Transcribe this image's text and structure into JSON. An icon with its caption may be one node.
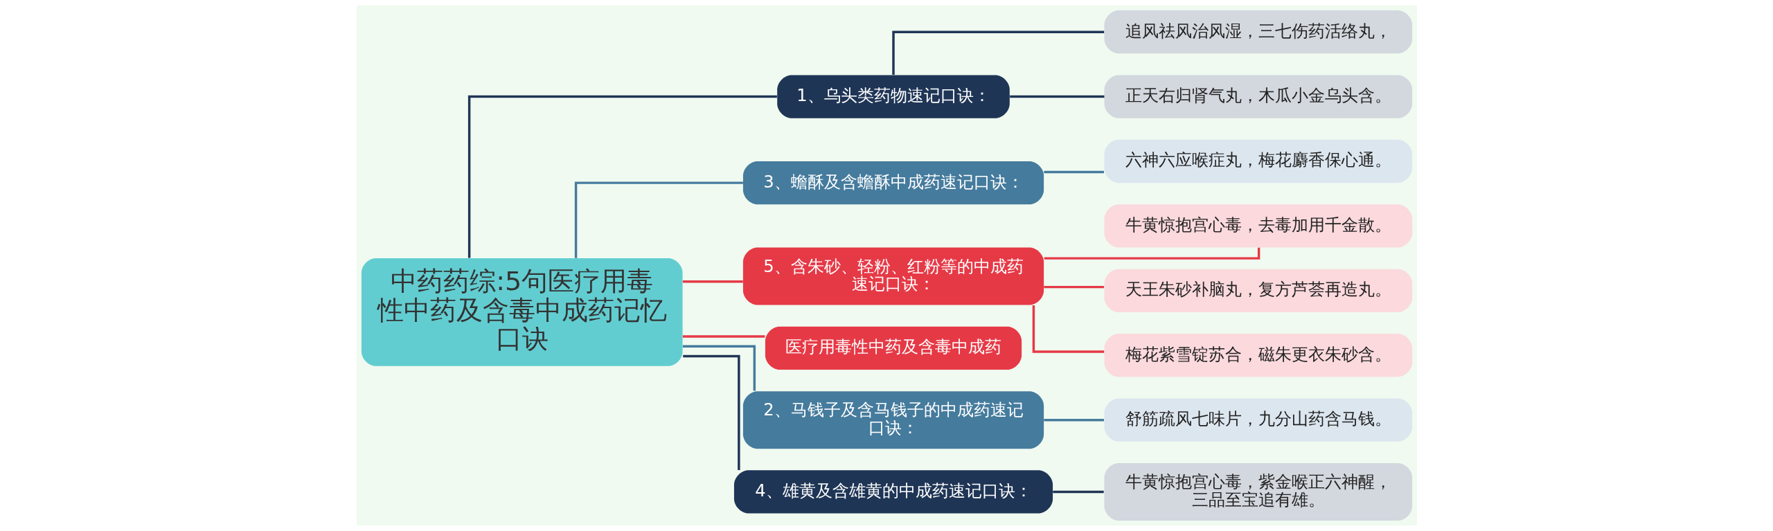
{
  "diagram": {
    "nodes": [
      {
        "text": [
          "中药药综:5句医疗用毒性中药及含毒中成药记忆口诀"
        ]
      },
      {
        "text": [
          "1、乌头类药物速记口诀："
        ]
      },
      {
        "text": [
          "追风祛风治风湿，三七伤药活络丸，"
        ]
      },
      {
        "text": [
          "正天右归肾气丸，木瓜小金乌头含。"
        ]
      },
      {
        "text": [
          "3、蟾酥及含蟾酥中成药速记口诀："
        ]
      },
      {
        "text": [
          "六神六应喉症丸，梅花麝香保心通。"
        ]
      },
      {
        "text": [
          "5、含朱砂、轻粉、红粉等的中成药速记口诀："
        ]
      },
      {
        "text": [
          "牛黄惊抱宫心毒，去毒加用千金散。"
        ]
      },
      {
        "text": [
          "天王朱砂补脑丸，复方芦荟再造丸。"
        ]
      },
      {
        "text": [
          "梅花紫雪锭苏合，磁朱更衣朱砂含。"
        ]
      },
      {
        "text": [
          "医疗用毒性中药及含毒中成药"
        ]
      },
      {
        "text": [
          "2、马钱子及含马钱子的中成药速记口诀："
        ]
      },
      {
        "text": [
          "舒筋疏风七味片，九分山药含马钱。"
        ]
      },
      {
        "text": [
          "4、雄黄及含雄黄的中成药速记口诀："
        ]
      },
      {
        "text": [
          "牛黄惊抱宫心毒，紫金喉正六神醒，三品至宝追有雄。"
        ]
      }
    ],
    "edges": [
      {
        "from": 0,
        "to": 1,
        "arrow": "none",
        "color": "#1f3556"
      },
      {
        "from": 1,
        "to": 2,
        "arrow": "none",
        "color": "#1f3556"
      },
      {
        "from": 1,
        "to": 3,
        "arrow": "none",
        "color": "#1f3556"
      },
      {
        "from": 0,
        "to": 4,
        "arrow": "none",
        "color": "#457b9d"
      },
      {
        "from": 4,
        "to": 5,
        "arrow": "none",
        "color": "#457b9d"
      },
      {
        "from": 0,
        "to": 6,
        "arrow": "none",
        "color": "#e63946"
      },
      {
        "from": 6,
        "to": 7,
        "arrow": "none",
        "color": "#e63946"
      },
      {
        "from": 6,
        "to": 8,
        "arrow": "none",
        "color": "#e63946"
      },
      {
        "from": 6,
        "to": 9,
        "arrow": "none",
        "color": "#e63946"
      },
      {
        "from": 0,
        "to": 10,
        "arrow": "none",
        "color": "#e63946"
      },
      {
        "from": 0,
        "to": 11,
        "arrow": "none",
        "color": "#457b9d"
      },
      {
        "from": 11,
        "to": 12,
        "arrow": "none",
        "color": "#457b9d"
      },
      {
        "from": 0,
        "to": 13,
        "arrow": "none",
        "color": "#1f3556"
      },
      {
        "from": 13,
        "to": 14,
        "arrow": "none",
        "color": "#1f3556"
      }
    ]
  }
}
